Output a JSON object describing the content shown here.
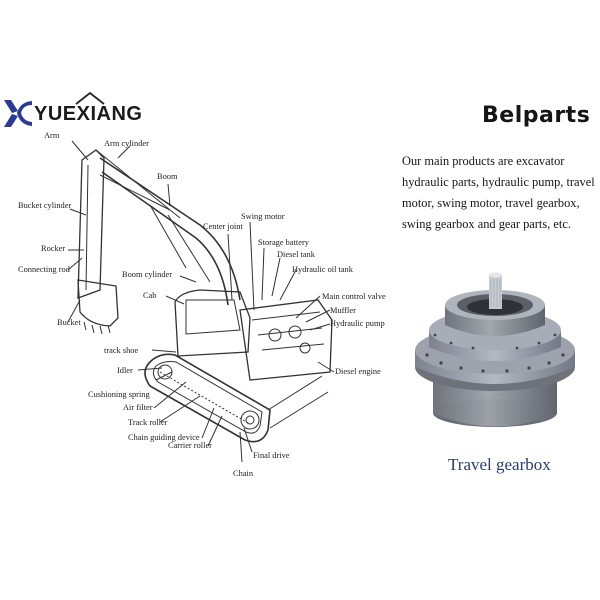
{
  "header": {
    "left_logo": {
      "text": "YUEXIANG",
      "mark_color": "#2a3a9a"
    },
    "right_logo": {
      "text": "Belparts"
    }
  },
  "description": {
    "lines": [
      "Our main products are excavator",
      "hydraulic parts, hydraulic pump, travel",
      "motor, swing motor, travel gearbox,",
      "swing gearbox and gear parts, etc."
    ]
  },
  "diagram": {
    "labels": {
      "arm": "Arm",
      "arm_cylinder": "Arm cylinder",
      "boom": "Boom",
      "bucket_cylinder": "Bucket cylinder",
      "rocker": "Rocker",
      "connecting_rod": "Connecting rod",
      "bucket": "Bucket",
      "boom_cylinder": "Boom cylinder",
      "cab": "Cab",
      "center_joint": "Center joint",
      "swing_motor": "Swing motor",
      "storage_battery": "Storage battery",
      "diesel_tank": "Diesel tank",
      "hydraulic_oil_tank": "Hydraulic oil tank",
      "main_control_valve": "Main control valve",
      "muffler": "Muffler",
      "hydraulic_pump": "Hydraulic pump",
      "diesel_engine": "Diesel engine",
      "track_shoe": "track shoe",
      "idler": "Idler",
      "cushioning_spring": "Cushioning spring",
      "air_filter": "Air filter",
      "track_roller": "Track roller",
      "chain_guiding_device": "Chain guiding device",
      "carrier_roller": "Carrier roller",
      "final_drive": "Final drive",
      "chain": "Chain"
    }
  },
  "product": {
    "caption": "Travel gearbox",
    "caption_color": "#2a3d73",
    "body_color": "#8a8f99"
  }
}
